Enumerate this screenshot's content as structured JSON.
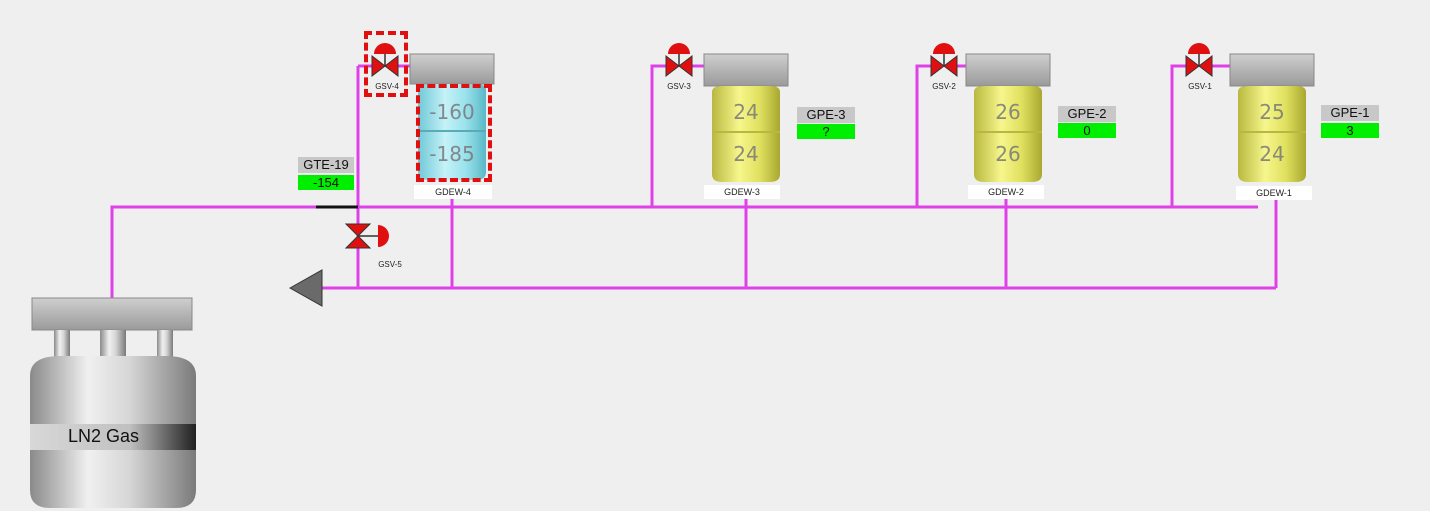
{
  "tank": {
    "label": "LN2 Gas"
  },
  "gte": {
    "title": "GTE-19",
    "value": "-154"
  },
  "dewars": [
    {
      "id": "GDEW-4",
      "top": "-160",
      "bottom": "-185",
      "state": "cold"
    },
    {
      "id": "GDEW-3",
      "top": "24",
      "bottom": "24",
      "state": "warm"
    },
    {
      "id": "GDEW-2",
      "top": "26",
      "bottom": "26",
      "state": "warm"
    },
    {
      "id": "GDEW-1",
      "top": "25",
      "bottom": "24",
      "state": "warm"
    }
  ],
  "pressure_tags": [
    {
      "title": "GPE-3",
      "value": "?"
    },
    {
      "title": "GPE-2",
      "value": "0"
    },
    {
      "title": "GPE-1",
      "value": "3"
    }
  ],
  "valves": [
    {
      "label": "GSV-4",
      "highlighted": true
    },
    {
      "label": "GSV-3"
    },
    {
      "label": "GSV-2"
    },
    {
      "label": "GSV-1"
    },
    {
      "label": "GSV-5"
    }
  ],
  "colors": {
    "pipe": "#e040e8",
    "valve": "#e01010",
    "value_ok": "#00ee00",
    "cold_dewar": "#8fe0ec",
    "warm_dewar": "#e6e66a",
    "highlight": "#e01010"
  }
}
